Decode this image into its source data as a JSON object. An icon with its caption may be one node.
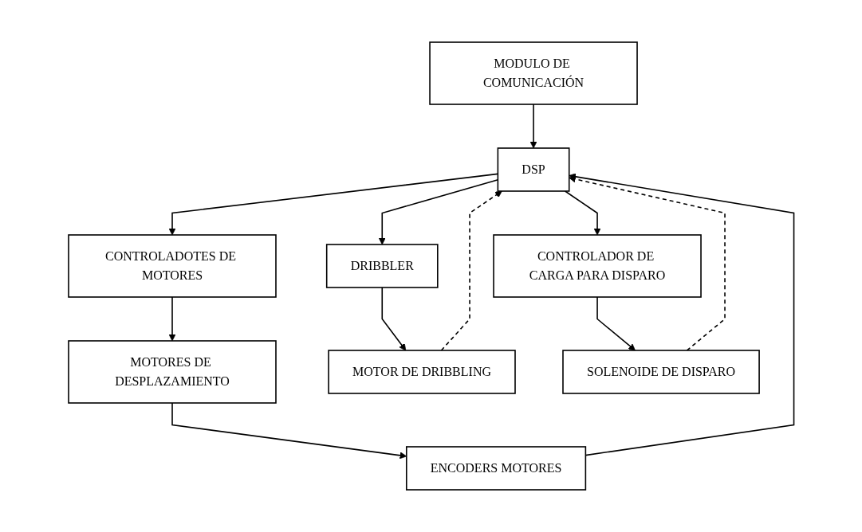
{
  "diagram": {
    "nodes": [
      {
        "text": [
          "MODULO DE COMUNICACIÓN"
        ]
      },
      {
        "text": [
          "DSP"
        ]
      },
      {
        "text": [
          "CONTROLADOTES DE MOTORES"
        ]
      },
      {
        "text": [
          "DRIBBLER"
        ]
      },
      {
        "text": [
          "CONTROLADOR DE CARGA PARA DISPARO"
        ]
      },
      {
        "text": [
          "ENCODERS MOTORES"
        ]
      },
      {
        "text": [
          "MOTORES DE DESPLAZAMIENTO"
        ]
      },
      {
        "text": [
          "MOTOR DE DRIBBLING"
        ]
      },
      {
        "text": [
          "SOLENOIDE DE DISPARO"
        ]
      }
    ],
    "edges": [
      {
        "from": 0,
        "to": 1,
        "arrow": "to"
      },
      {
        "from": 1,
        "to": 2,
        "arrow": "to"
      },
      {
        "from": 1,
        "to": 3,
        "arrow": "to"
      },
      {
        "from": 1,
        "to": 4,
        "arrow": "to"
      },
      {
        "from": 2,
        "to": 6,
        "arrow": "to"
      },
      {
        "from": 3,
        "to": 7,
        "arrow": "to"
      },
      {
        "from": 4,
        "to": 8,
        "arrow": "to"
      },
      {
        "from": 6,
        "to": 5,
        "arrow": "to"
      },
      {
        "from": 5,
        "to": 1,
        "arrow": "to"
      },
      {
        "from": 7,
        "to": 1,
        "arrow": "to",
        "style": "dashed"
      },
      {
        "from": 8,
        "to": 1,
        "arrow": "to",
        "style": "dashed"
      }
    ]
  }
}
